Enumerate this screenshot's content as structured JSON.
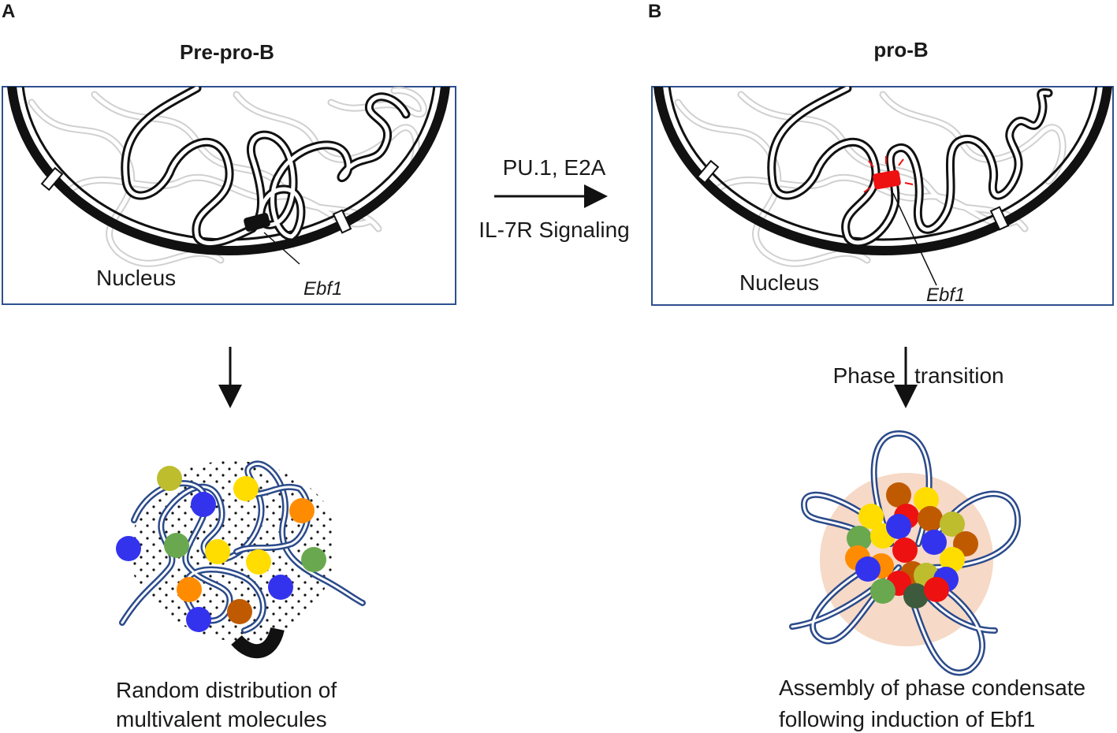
{
  "panel_a": {
    "letter": "A",
    "title": "Pre-pro-B",
    "nucleus_label": "Nucleus",
    "gene_label": "Ebf1",
    "caption_line1": "Random distribution of",
    "caption_line2": "multivalent molecules"
  },
  "panel_b": {
    "letter": "B",
    "title": "pro-B",
    "nucleus_label": "Nucleus",
    "gene_label": "Ebf1",
    "arrow_label_left": "Phase",
    "arrow_label_right": "transition",
    "caption_line1": "Assembly of phase condensate",
    "caption_line2": "following induction of Ebf1"
  },
  "transition": {
    "line1": "PU.1, E2A",
    "line2": "IL-7R Signaling"
  },
  "colors": {
    "box_border": "#2f4f8f",
    "chromatin_strand": "#2b4a8a",
    "gene_off": "#111111",
    "gene_on": "#ee1111",
    "condensate_halo": "#f6d9c6",
    "molecule_colors": [
      "#3333ee",
      "#ff8c00",
      "#ffdd00",
      "#6aa84f",
      "#bdbd2e",
      "#c05a00",
      "#ee1111",
      "#3d5a3d"
    ]
  },
  "icons": {
    "nuclear_pore": "pore-icon",
    "gene_locus": "gene-locus-icon",
    "activation_rays": "activation-rays-icon"
  }
}
